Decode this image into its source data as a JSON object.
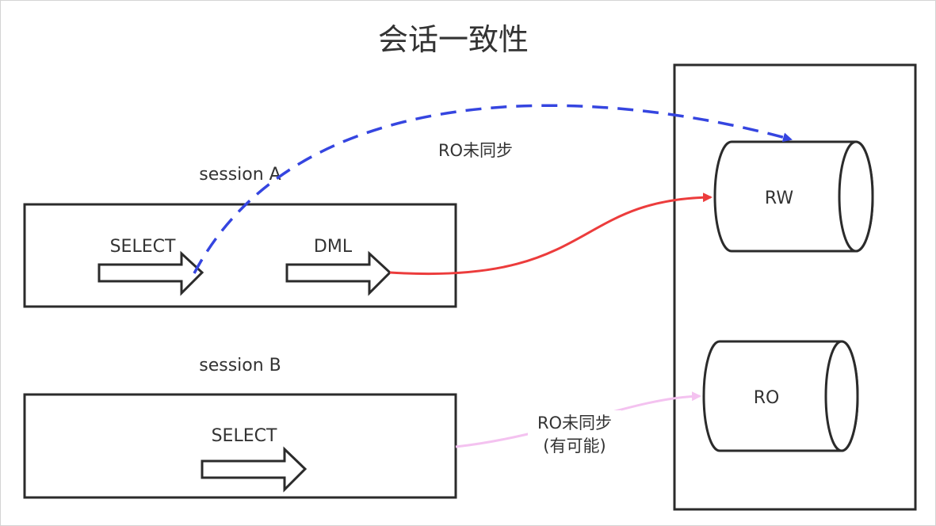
{
  "title": "会话一致性",
  "session_a": {
    "label": "session A",
    "select_label": "SELECT",
    "dml_label": "DML"
  },
  "session_b": {
    "label": "session B",
    "select_label": "SELECT"
  },
  "nodes": {
    "rw_label": "RW",
    "ro_label": "RO"
  },
  "edges": {
    "select_to_rw": {
      "label": "RO未同步",
      "style": "dashed",
      "color": "#3545e0"
    },
    "dml_to_rw": {
      "color": "#ec3c3c"
    },
    "select_b_to_ro": {
      "label_line1": "RO未同步",
      "label_line2": "(有可能)",
      "color": "#f4c2f0"
    }
  },
  "colors": {
    "border": "#2b2b2b",
    "frame": "#d4d4d4",
    "text": "#333333"
  }
}
